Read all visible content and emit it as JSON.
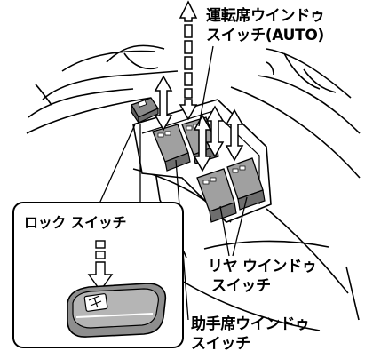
{
  "labels": {
    "driver_line1": "運転席ウインドゥ",
    "driver_line2": "スイッチ(AUTO)",
    "rear_line1": "リヤ ウインドゥ",
    "rear_line2": "スイッチ",
    "passenger_line1": "助手席ウインドゥ",
    "passenger_line2": "スイッチ",
    "lock": "ロック スイッチ"
  },
  "colors": {
    "switch_gray": "#9a9a9a",
    "switch_dark": "#6e6e6e",
    "line": "#000000",
    "arrow_fill": "#ffffff"
  }
}
